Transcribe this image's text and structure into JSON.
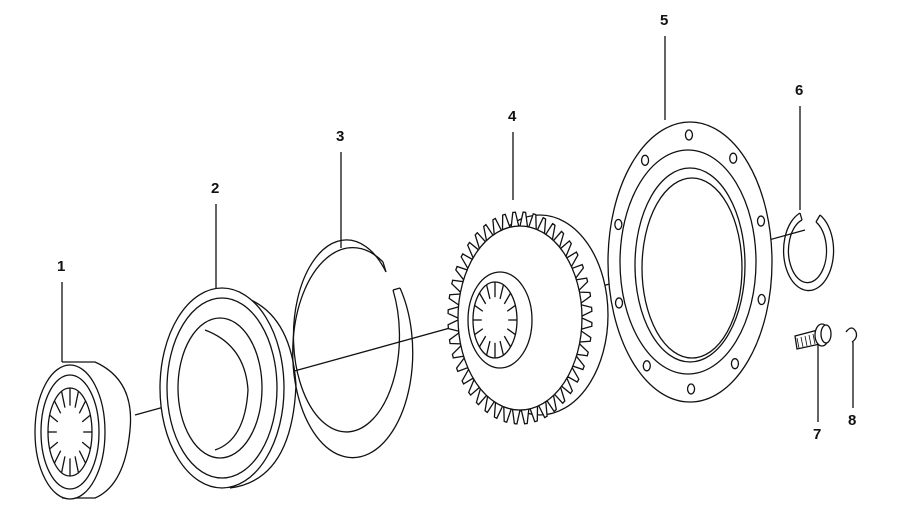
{
  "diagram": {
    "callouts": [
      {
        "id": "1",
        "label": "1"
      },
      {
        "id": "2",
        "label": "2"
      },
      {
        "id": "3",
        "label": "3"
      },
      {
        "id": "4",
        "label": "4"
      },
      {
        "id": "5",
        "label": "5"
      },
      {
        "id": "6",
        "label": "6"
      },
      {
        "id": "7",
        "label": "7"
      },
      {
        "id": "8",
        "label": "8"
      }
    ],
    "gear_teeth": 44,
    "plate_holes": 10,
    "line_color": "#111111"
  }
}
